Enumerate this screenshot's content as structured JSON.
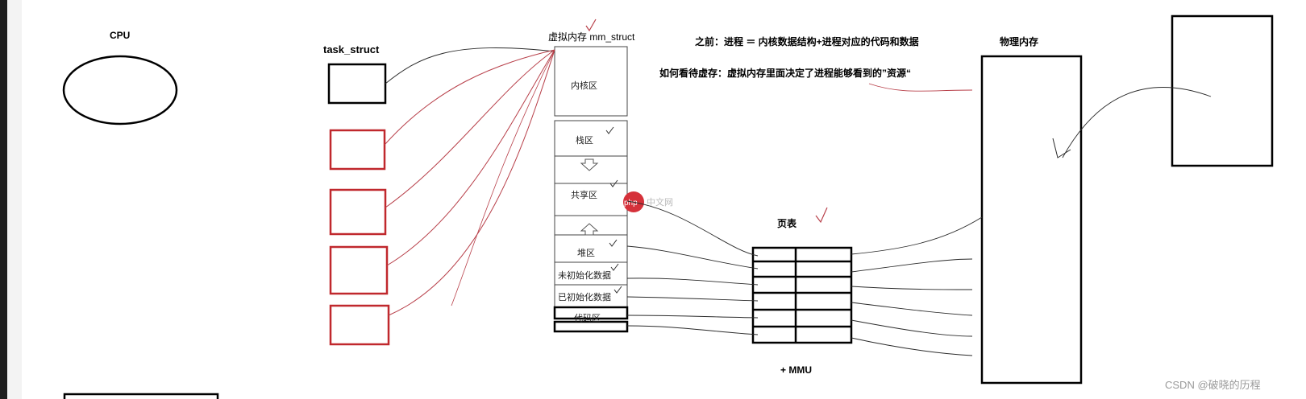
{
  "cpu": {
    "label": "CPU"
  },
  "task_struct": {
    "label": "task_struct"
  },
  "virtual_memory": {
    "title": "虚拟内存 mm_struct",
    "segments": {
      "kernel": "内核区",
      "stack": "栈区",
      "shared": "共享区",
      "heap": "堆区",
      "bss": "未初始化数据",
      "data": "已初始化数据",
      "code": "代码区"
    }
  },
  "notes": {
    "before": "之前：进程 ＝ 内核数据结构+进程对应的代码和数据",
    "view": "如何看待虚存：虚拟内存里面决定了进程能够看到的”资源“"
  },
  "page_table": {
    "label": "页表",
    "mmu": "+ MMU"
  },
  "physical_memory": {
    "label": "物理内存"
  },
  "watermark": {
    "php": "php",
    "site": "中文网"
  },
  "credit": "CSDN @破晓的历程",
  "colors": {
    "red_box": "#c0282d",
    "red_line": "#b8404a",
    "ink": "#000000",
    "dark_line": "#2a2a2a"
  }
}
